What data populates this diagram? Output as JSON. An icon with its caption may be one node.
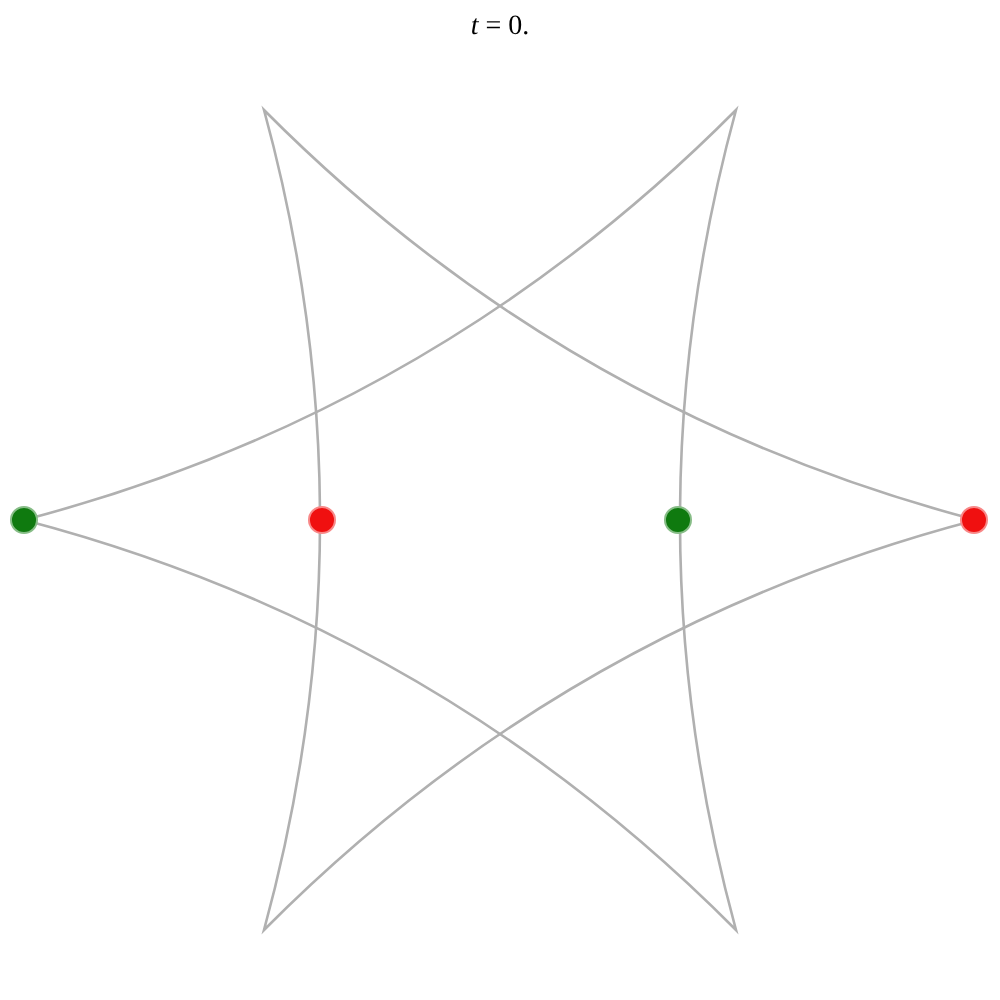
{
  "diagram": {
    "title": "*t* = 0.",
    "nodes": [
      {
        "text": [],
        "shape": "circle"
      },
      {
        "text": [],
        "shape": "circle"
      },
      {
        "text": [],
        "shape": "circle"
      },
      {
        "text": [],
        "shape": "circle"
      }
    ]
  }
}
